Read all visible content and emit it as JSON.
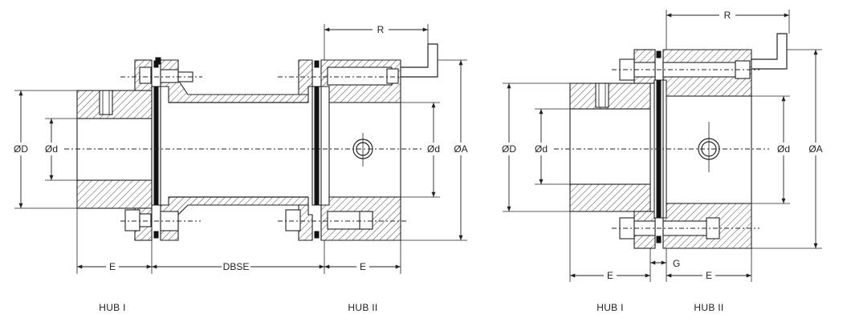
{
  "left_view": {
    "labels": {
      "R": "R",
      "OD": "ØD",
      "Od_left": "Ød",
      "Od_right": "Ød",
      "OA": "ØA",
      "E_left": "E",
      "DBSE": "DBSE",
      "E_right": "E"
    },
    "captions": {
      "hub1": "HUB I",
      "hub2": "HUB II"
    }
  },
  "right_view": {
    "labels": {
      "R": "R",
      "OD": "ØD",
      "Od_left": "Ød",
      "Od_right": "Ød",
      "OA": "ØA",
      "G": "G",
      "E_left": "E",
      "E_right": "E"
    },
    "captions": {
      "hub1": "HUB I",
      "hub2": "HUB II"
    }
  }
}
